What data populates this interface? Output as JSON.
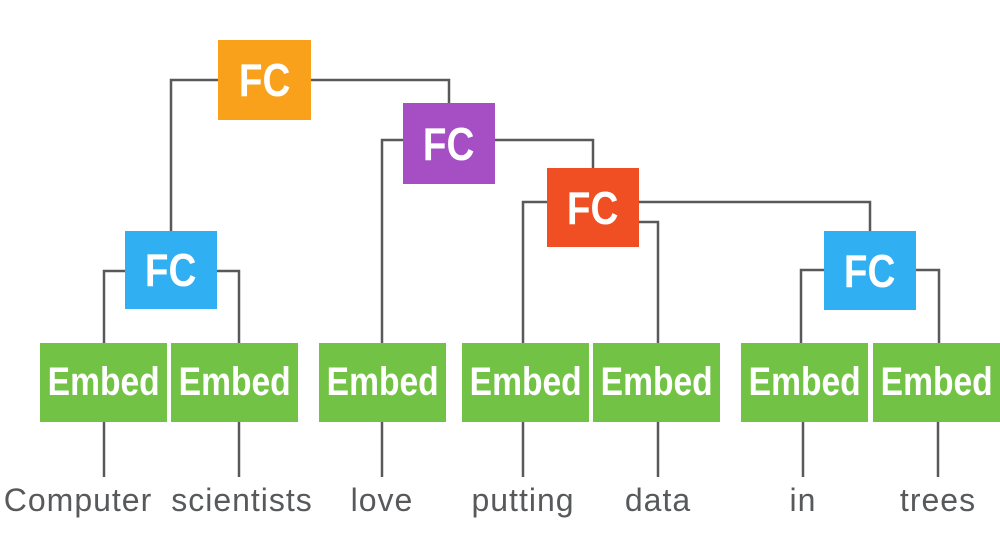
{
  "labels": {
    "fc": "FC",
    "embed": "Embed"
  },
  "sentence": [
    "Computer",
    "scientists",
    "love",
    "putting",
    "data",
    "in",
    "trees"
  ],
  "colors": {
    "fc_root": "#F9A11B",
    "fc_level2": "#A64FC4",
    "fc_level3": "#F04E23",
    "fc_pair": "#30AFF2",
    "embed": "#72C345",
    "edge": "#58595B",
    "word_text": "#58595B",
    "node_text": "#FFFFFF"
  },
  "tree": {
    "node": "FC",
    "color": "#F9A11B",
    "children": [
      {
        "node": "FC",
        "color": "#30AFF2",
        "children": [
          {
            "node": "Embed",
            "color": "#72C345",
            "word": "Computer"
          },
          {
            "node": "Embed",
            "color": "#72C345",
            "word": "scientists"
          }
        ]
      },
      {
        "node": "FC",
        "color": "#A64FC4",
        "children": [
          {
            "node": "Embed",
            "color": "#72C345",
            "word": "love"
          },
          {
            "node": "FC",
            "color": "#F04E23",
            "children": [
              {
                "node": "Embed",
                "color": "#72C345",
                "word": "putting"
              },
              {
                "node": "Embed",
                "color": "#72C345",
                "word": "data"
              },
              {
                "node": "FC",
                "color": "#30AFF2",
                "children": [
                  {
                    "node": "Embed",
                    "color": "#72C345",
                    "word": "in"
                  },
                  {
                    "node": "Embed",
                    "color": "#72C345",
                    "word": "trees"
                  }
                ]
              }
            ]
          }
        ]
      }
    ]
  }
}
